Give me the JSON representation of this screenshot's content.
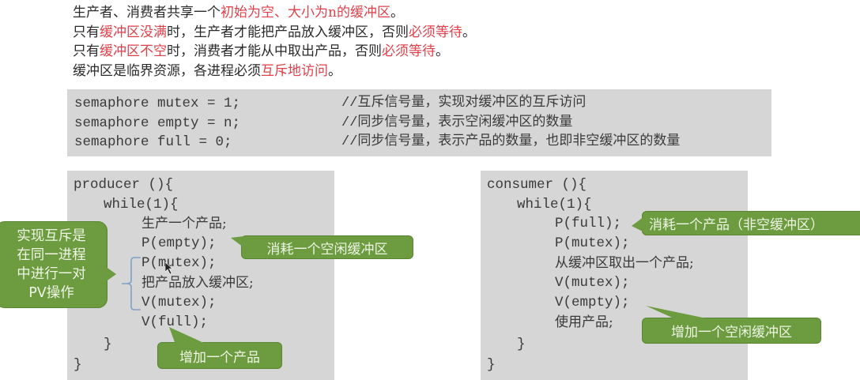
{
  "intro": {
    "line1": {
      "a": "生产者、消费者共享一个",
      "b": "初始为空、大小为n的缓冲区",
      "c": "。"
    },
    "line2": {
      "a": "只有",
      "b": "缓冲区没满",
      "c": "时，生产者才能把产品放入缓冲区，否则",
      "d": "必须等待",
      "e": "。"
    },
    "line3": {
      "a": "只有",
      "b": "缓冲区不空",
      "c": "时，消费者才能从中取出产品，否则",
      "d": "必须等待",
      "e": "。"
    },
    "line4": {
      "a": "缓冲区是临界资源，各进程必须",
      "b": "互斥地访问",
      "c": "。"
    }
  },
  "semaphores": [
    {
      "code": "semaphore mutex = 1;",
      "comment": "//互斥信号量，实现对缓冲区的互斥访问"
    },
    {
      "code": "semaphore empty = n;",
      "comment": "//同步信号量，表示空闲缓冲区的数量"
    },
    {
      "code": "semaphore full = 0;",
      "comment": "//同步信号量，表示产品的数量，也即非空缓冲区的数量"
    }
  ],
  "producer": {
    "lines": [
      "producer (){",
      "while(1){",
      "生产一个产品;",
      "P(empty);",
      "P(mutex);",
      "把产品放入缓冲区;",
      "V(mutex);",
      "V(full);",
      "}",
      "}"
    ]
  },
  "consumer": {
    "lines": [
      "consumer (){",
      "while(1){",
      "P(full);",
      "P(mutex);",
      "从缓冲区取出一个产品;",
      "V(mutex);",
      "V(empty);",
      "使用产品;",
      "}",
      "}"
    ]
  },
  "callouts": {
    "mutex_note": [
      "实现互斥是",
      "在同一进程",
      "中进行一对",
      "PV操作"
    ],
    "p_empty": "消耗一个空闲缓冲区",
    "v_full": "增加一个产品",
    "p_full": "消耗一个产品（非空缓冲区）",
    "v_empty": "增加一个空闲缓冲区"
  },
  "colors": {
    "highlight_red": "#e0404a",
    "code_bg": "#d6d6d6",
    "callout_green": "#6d9b3f",
    "brace_blue": "#7fa0c8"
  }
}
